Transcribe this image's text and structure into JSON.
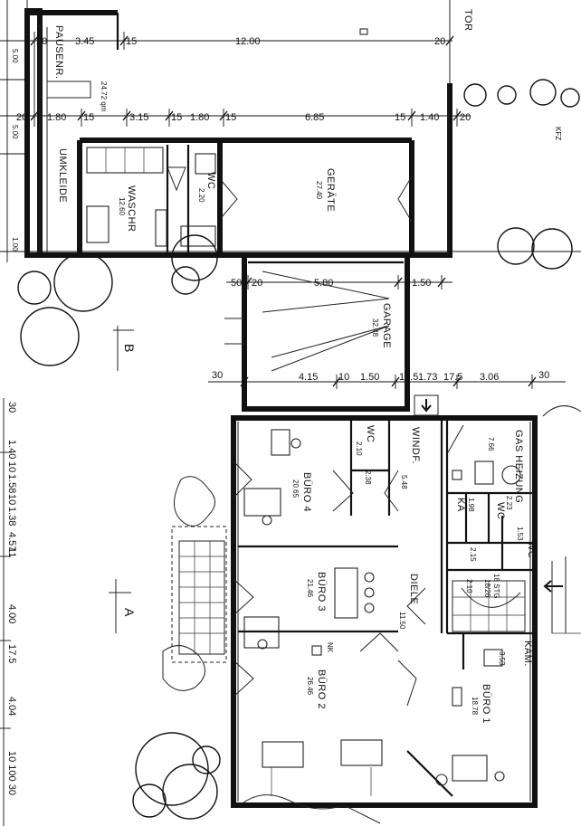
{
  "dims_top_row": [
    "20",
    "3.45",
    "15",
    "12.00",
    "20"
  ],
  "dims_second_row": [
    "20",
    "1.80",
    "15",
    "3.15",
    "15",
    "1.80",
    "15",
    "6.85",
    "15",
    "1.40",
    "20"
  ],
  "dims_left": [
    "5.00",
    "5.00",
    "1.00"
  ],
  "dims_left_lower": [
    "30",
    "1.40",
    "10",
    "1.58",
    "10",
    "1.38",
    "4.57",
    "11",
    "4.00",
    "17.5",
    "4.04",
    "10 100 30"
  ],
  "dims_garage_top": [
    "50",
    "20",
    "5.80",
    "1.50"
  ],
  "dims_garage_bottom": [
    "30",
    "4.15",
    "10",
    "1.50",
    "17.5",
    "1.73",
    "17.5",
    "3.06",
    "30"
  ],
  "top_label": "TOR",
  "kfz_label": "KFZ",
  "rooms": [
    {
      "name": "PAUSENR.",
      "area": "24.72 qm"
    },
    {
      "name": "UMKLEIDE",
      "area": ""
    },
    {
      "name": "WASCHR",
      "area": "12.60"
    },
    {
      "name": "WC",
      "area": "2.20"
    },
    {
      "name": "GERÄTE",
      "area": "27.40"
    },
    {
      "name": "GARAGE",
      "area": "32.48"
    },
    {
      "name": "BÜRO 4",
      "area": "20.65"
    },
    {
      "name": "WC",
      "area": "2.10"
    },
    {
      "name": "WINDF.",
      "area": "5.48"
    },
    {
      "name": "GAS HEIZUNG",
      "area": "7.66"
    },
    {
      "name": "KA",
      "area": "1.98"
    },
    {
      "name": "WC",
      "area": "2.23"
    },
    {
      "name": "WC",
      "area": "1.53"
    },
    {
      "name": "BÜRO 3",
      "area": "21.46"
    },
    {
      "name": "DIELE",
      "area": "11.50"
    },
    {
      "name": "BÜRO 2",
      "area": "26.46"
    },
    {
      "name": "KAM.",
      "area": "3.53"
    },
    {
      "name": "BÜRO 1",
      "area": "18.78"
    }
  ],
  "misc": {
    "room_238": "2.38",
    "stair": "18 STG",
    "stair_ratio": "18/26",
    "nk": "NK",
    "val_215": "2.15",
    "val_210": "2.10"
  },
  "section_marks": [
    "B",
    "A"
  ]
}
